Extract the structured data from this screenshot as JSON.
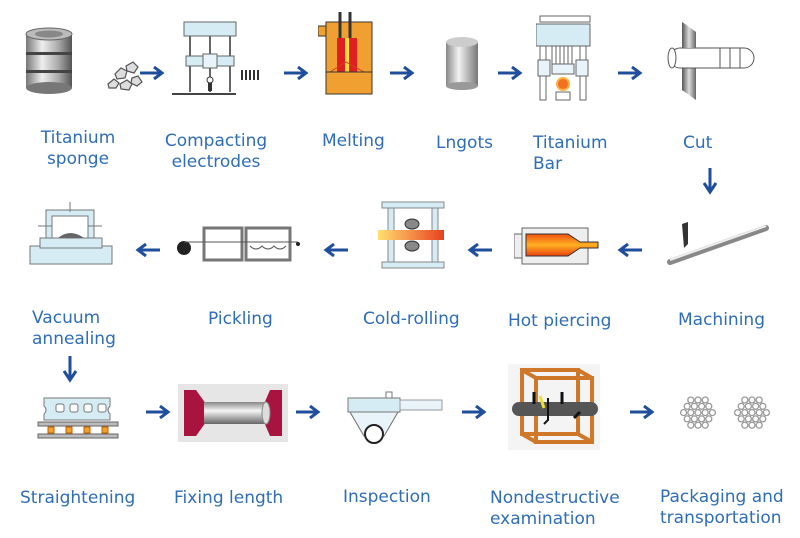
{
  "title": "Titanium tube production process",
  "colors": {
    "label": "#2f6db5",
    "arrow": "#1f4e9c",
    "orange": "#f0a030",
    "red": "#e23030",
    "crimson": "#a8133f"
  },
  "row1": [
    {
      "label_lines": [
        "Titanium",
        "sponge"
      ],
      "icon": "titanium-sponge-icon"
    },
    {
      "label_lines": [
        "Compacting",
        "electrodes"
      ],
      "icon": "press-icon"
    },
    {
      "label_lines": [
        "Melting"
      ],
      "icon": "furnace-icon"
    },
    {
      "label_lines": [
        "Lngots"
      ],
      "icon": "ingot-icon"
    },
    {
      "label_lines": [
        "Titanium",
        "Bar"
      ],
      "icon": "forging-press-icon"
    },
    {
      "label_lines": [
        "Cut"
      ],
      "icon": "saw-blade-icon"
    }
  ],
  "row2": [
    {
      "label_lines": [
        "Machining"
      ],
      "icon": "lathe-tool-icon"
    },
    {
      "label_lines": [
        "Hot piercing"
      ],
      "icon": "piercing-mill-icon"
    },
    {
      "label_lines": [
        "Cold-rolling"
      ],
      "icon": "rolling-mill-icon"
    },
    {
      "label_lines": [
        "Pickling"
      ],
      "icon": "pickling-tank-icon"
    },
    {
      "label_lines": [
        "Vacuum",
        "annealing"
      ],
      "icon": "vacuum-furnace-icon"
    }
  ],
  "row3": [
    {
      "label_lines": [
        "Straightening"
      ],
      "icon": "straightener-icon"
    },
    {
      "label_lines": [
        "Fixing length"
      ],
      "icon": "length-cutter-icon"
    },
    {
      "label_lines": [
        "Inspection"
      ],
      "icon": "caliper-icon"
    },
    {
      "label_lines": [
        "Nondestructive",
        "examination"
      ],
      "icon": "ndt-frame-icon"
    },
    {
      "label_lines": [
        "Packaging and",
        "transportation"
      ],
      "icon": "tube-bundle-icon"
    }
  ]
}
